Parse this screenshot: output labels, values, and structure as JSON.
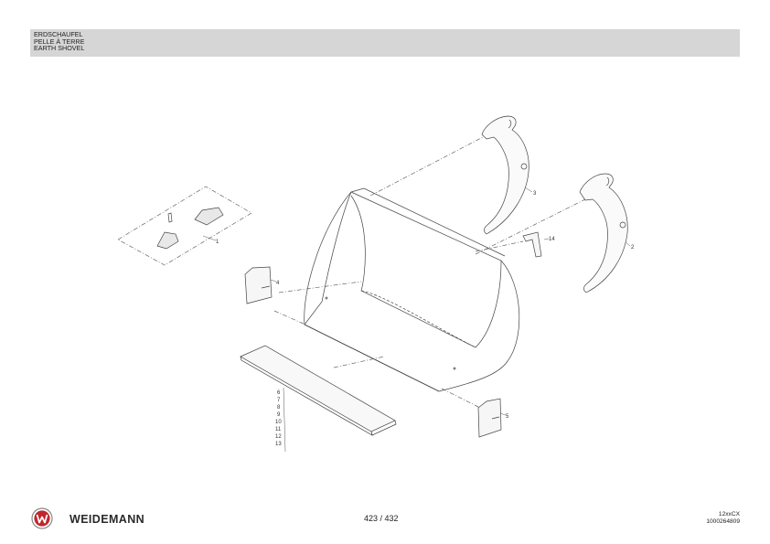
{
  "header": {
    "line_de": "ERDSCHAUFEL",
    "line_fr": "PELLE À TERRE",
    "line_en": "EARTH SHOVEL"
  },
  "callouts": {
    "teeth_kit": "1",
    "hook_right": "2",
    "hook_left": "3",
    "side_plate_left": "4",
    "side_plate_right": "5",
    "cutting_edge": [
      "6",
      "7",
      "8",
      "9",
      "10",
      "11",
      "12",
      "13"
    ],
    "small_bracket": "14"
  },
  "footer": {
    "logo_icon": "weidemann-w-logo",
    "brand": "WEIDEMANN",
    "page": "423 / 432",
    "model": "12xxCX",
    "doc_number": "1000264809"
  },
  "colors": {
    "header_bg": "#d6d6d6",
    "logo_red": "#c0272d",
    "line": "#444444"
  }
}
